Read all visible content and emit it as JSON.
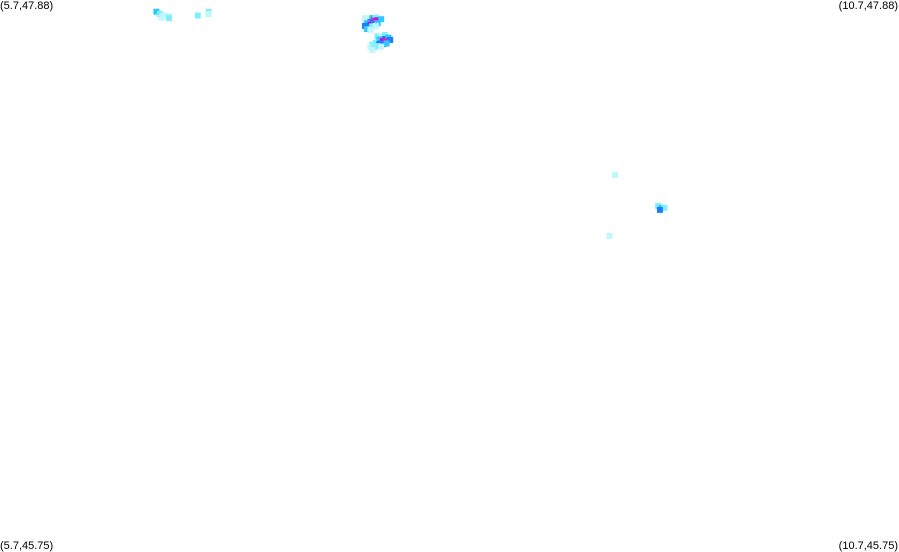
{
  "map": {
    "corners": {
      "top_left": "(5.7,47.88)",
      "top_right": "(10.7,47.88)",
      "bottom_left": "(5.7,45.75)",
      "bottom_right": "(10.7,45.75)"
    },
    "extent": {
      "lon_min": 5.7,
      "lon_max": 10.7,
      "lat_min": 45.75,
      "lat_max": 47.88
    },
    "palette": {
      "background": "#ffffff",
      "low": "#bff7fb",
      "light": "#7fefff",
      "mid": "#33c6ff",
      "blue": "#1a7fff",
      "high": "#b01ad8",
      "peak": "#e020c8"
    },
    "cells": [
      {
        "lon": 6.57,
        "lat": 47.835,
        "level": "mid"
      },
      {
        "lon": 6.59,
        "lat": 47.826,
        "level": "light"
      },
      {
        "lon": 6.61,
        "lat": 47.82,
        "level": "low"
      },
      {
        "lon": 6.64,
        "lat": 47.818,
        "level": "low"
      },
      {
        "lon": 6.64,
        "lat": 47.81,
        "level": "light"
      },
      {
        "lon": 6.6,
        "lat": 47.812,
        "level": "low"
      },
      {
        "lon": 6.8,
        "lat": 47.82,
        "level": "light"
      },
      {
        "lon": 6.86,
        "lat": 47.835,
        "level": "light"
      },
      {
        "lon": 6.86,
        "lat": 47.826,
        "level": "low"
      },
      {
        "lon": 7.73,
        "lat": 47.81,
        "level": "low"
      },
      {
        "lon": 7.75,
        "lat": 47.805,
        "level": "low"
      },
      {
        "lon": 7.77,
        "lat": 47.81,
        "level": "mid"
      },
      {
        "lon": 7.79,
        "lat": 47.812,
        "level": "light"
      },
      {
        "lon": 7.76,
        "lat": 47.795,
        "level": "blue"
      },
      {
        "lon": 7.78,
        "lat": 47.8,
        "level": "peak"
      },
      {
        "lon": 7.8,
        "lat": 47.802,
        "level": "high"
      },
      {
        "lon": 7.82,
        "lat": 47.806,
        "level": "mid"
      },
      {
        "lon": 7.74,
        "lat": 47.79,
        "level": "mid"
      },
      {
        "lon": 7.76,
        "lat": 47.785,
        "level": "high"
      },
      {
        "lon": 7.78,
        "lat": 47.788,
        "level": "blue"
      },
      {
        "lon": 7.8,
        "lat": 47.79,
        "level": "mid"
      },
      {
        "lon": 7.73,
        "lat": 47.78,
        "level": "blue"
      },
      {
        "lon": 7.75,
        "lat": 47.775,
        "level": "blue"
      },
      {
        "lon": 7.77,
        "lat": 47.778,
        "level": "light"
      },
      {
        "lon": 7.79,
        "lat": 47.78,
        "level": "low"
      },
      {
        "lon": 7.74,
        "lat": 47.768,
        "level": "mid"
      },
      {
        "lon": 7.76,
        "lat": 47.765,
        "level": "low"
      },
      {
        "lon": 7.8,
        "lat": 47.74,
        "level": "light"
      },
      {
        "lon": 7.82,
        "lat": 47.742,
        "level": "low"
      },
      {
        "lon": 7.84,
        "lat": 47.745,
        "level": "light"
      },
      {
        "lon": 7.84,
        "lat": 47.73,
        "level": "blue"
      },
      {
        "lon": 7.86,
        "lat": 47.735,
        "level": "mid"
      },
      {
        "lon": 7.81,
        "lat": 47.728,
        "level": "mid"
      },
      {
        "lon": 7.83,
        "lat": 47.722,
        "level": "high"
      },
      {
        "lon": 7.85,
        "lat": 47.722,
        "level": "peak"
      },
      {
        "lon": 7.87,
        "lat": 47.726,
        "level": "blue"
      },
      {
        "lon": 7.79,
        "lat": 47.715,
        "level": "light"
      },
      {
        "lon": 7.81,
        "lat": 47.712,
        "level": "blue"
      },
      {
        "lon": 7.83,
        "lat": 47.71,
        "level": "blue"
      },
      {
        "lon": 7.85,
        "lat": 47.712,
        "level": "mid"
      },
      {
        "lon": 7.77,
        "lat": 47.708,
        "level": "light"
      },
      {
        "lon": 7.76,
        "lat": 47.7,
        "level": "low"
      },
      {
        "lon": 7.78,
        "lat": 47.698,
        "level": "light"
      },
      {
        "lon": 7.8,
        "lat": 47.702,
        "level": "light"
      },
      {
        "lon": 7.82,
        "lat": 47.7,
        "level": "low"
      },
      {
        "lon": 7.77,
        "lat": 47.688,
        "level": "low"
      },
      {
        "lon": 9.12,
        "lat": 47.205,
        "level": "low"
      },
      {
        "lon": 9.36,
        "lat": 47.085,
        "level": "light"
      },
      {
        "lon": 9.38,
        "lat": 47.078,
        "level": "mid"
      },
      {
        "lon": 9.395,
        "lat": 47.078,
        "level": "light"
      },
      {
        "lon": 9.37,
        "lat": 47.07,
        "level": "blue"
      },
      {
        "lon": 9.09,
        "lat": 46.97,
        "level": "low"
      }
    ]
  }
}
